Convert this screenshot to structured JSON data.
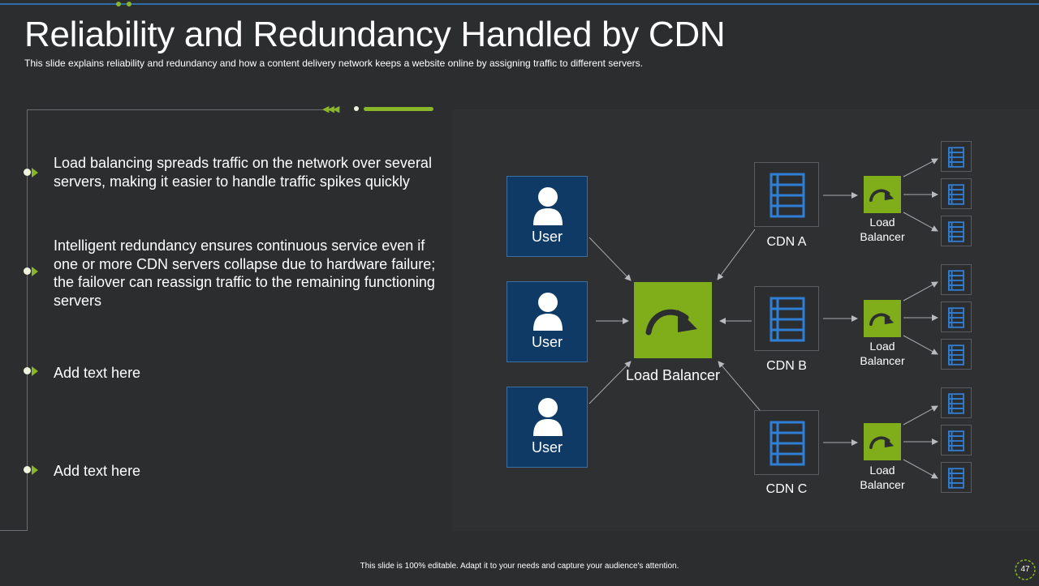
{
  "title": "Reliability and Redundancy Handled by CDN",
  "subtitle": "This slide explains reliability and redundancy and how a content delivery network keeps a website online by assigning traffic to different  servers.",
  "bullets": [
    "Load balancing spreads traffic on the network over several servers, making it easier to handle traffic spikes quickly",
    "Intelligent redundancy ensures continuous service even if one or more CDN servers collapse due to hardware failure; the failover can reassign traffic to the remaining functioning servers",
    "Add text here",
    "Add text here"
  ],
  "diagram": {
    "users": [
      "User",
      "User",
      "User"
    ],
    "main_load_balancer": "Load Balancer",
    "cdns": [
      "CDN A",
      "CDN B",
      "CDN C"
    ],
    "edge_load_balancers": [
      "Load Balancer",
      "Load Balancer",
      "Load Balancer"
    ]
  },
  "colors": {
    "background": "#2c2d2f",
    "accent_green": "#7fae1a",
    "user_blue": "#0f3a66",
    "server_blue": "#2f7fd6"
  },
  "footer": "This slide is 100% editable. Adapt it to your needs and capture your audience's attention.",
  "page_number": "47"
}
